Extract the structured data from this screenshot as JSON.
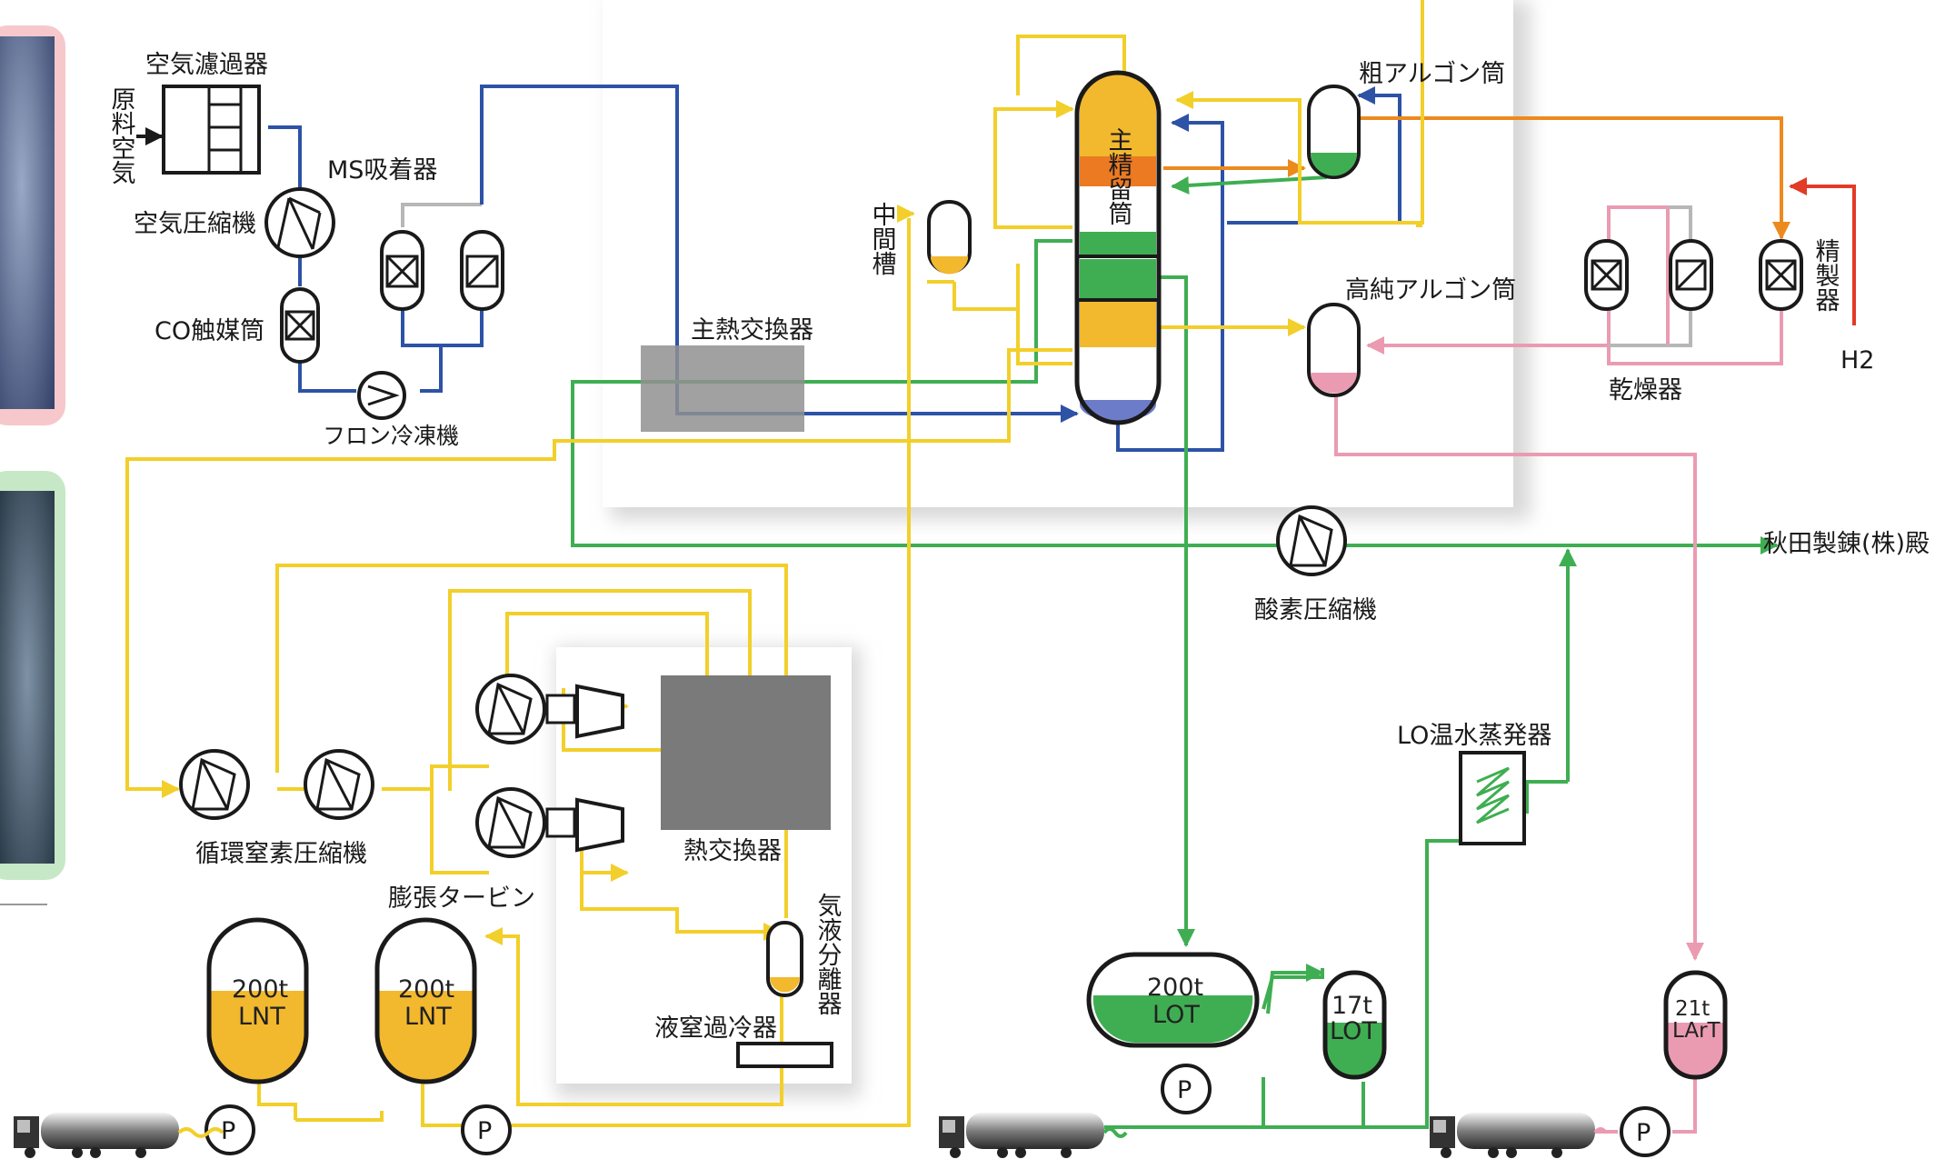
{
  "equipment": {
    "feed_air": "原料空気",
    "air_filter": "空気濾過器",
    "air_compressor": "空気圧縮機",
    "ms_adsorber": "MS吸着器",
    "co_catalyst": "CO触媒筒",
    "freon_refrigerator": "フロン冷凍機",
    "main_heat_exchanger": "主熱交換器",
    "intermediate_tank": "中間槽",
    "main_column": "主精留筒",
    "crude_argon_column": "粗アルゴン筒",
    "pure_argon_column": "高純アルゴン筒",
    "purifier": "精製器",
    "dryer": "乾燥器",
    "hydrogen": "H2",
    "oxygen_compressor": "酸素圧縮機",
    "customer": "秋田製錬(株)殿",
    "recycle_n2_compressor": "循環窒素圧縮機",
    "expansion_turbine": "膨張タービン",
    "heat_exchanger": "熱交換器",
    "gas_liquid_separator": "気液分離器",
    "liquid_n2_subcooler": "液窒過冷器",
    "lo_vaporizer": "LO温水蒸発器",
    "pump": "P"
  },
  "tanks": [
    {
      "id": "lnt1",
      "capacity": "200t",
      "product": "LNT",
      "fill_color": "#f2b82e",
      "level": 0.58
    },
    {
      "id": "lnt2",
      "capacity": "200t",
      "product": "LNT",
      "fill_color": "#f2b82e",
      "level": 0.58
    },
    {
      "id": "lot200",
      "capacity": "200t",
      "product": "LOT",
      "fill_color": "#3fae52",
      "level": 0.45
    },
    {
      "id": "lot17",
      "capacity": "17t",
      "product": "LOT",
      "fill_color": "#3fae52",
      "level": 0.5
    },
    {
      "id": "lart21",
      "capacity": "21t",
      "product": "LArT",
      "fill_color": "#ea9bb2",
      "level": 0.52
    }
  ],
  "colors": {
    "nitrogen": "#f2cf2a",
    "air": "#2d52a6",
    "oxygen": "#3fae52",
    "crude_argon": "#ec8a1e",
    "argon": "#ea9bb2",
    "hydrogen": "#e23b26"
  },
  "icons": [
    "truck-icon",
    "pump-icon",
    "compressor-icon",
    "adsorber-icon",
    "turbine-icon"
  ]
}
